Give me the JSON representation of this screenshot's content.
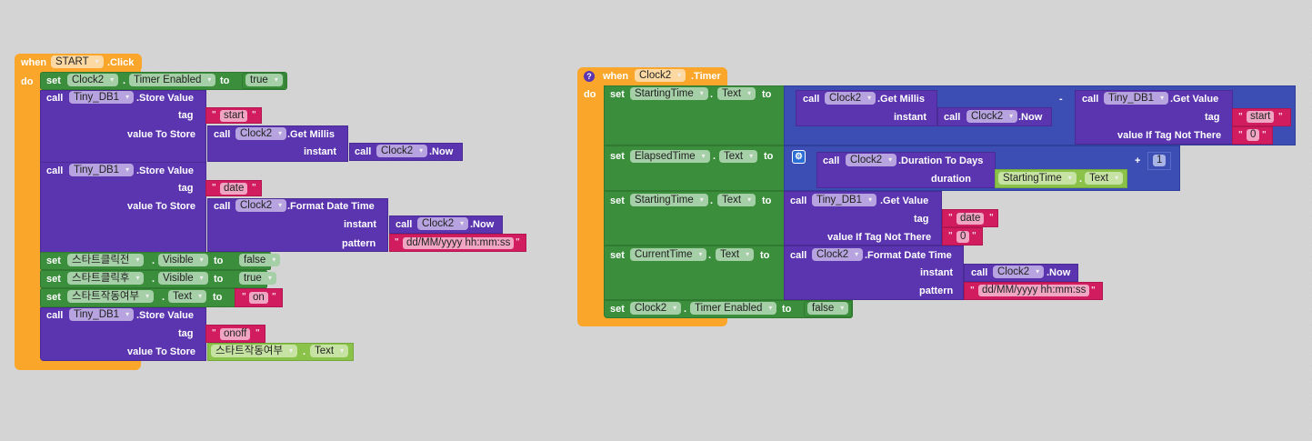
{
  "kw": {
    "when": "when",
    "do": "do",
    "set": "set",
    "call": "call",
    "to": "to",
    "dot": ".",
    "quote": "\"",
    "minus": "-",
    "plus": "+"
  },
  "event1": {
    "component": "START",
    "event": ".Click",
    "s1": {
      "comp": "Clock2",
      "prop": "Timer Enabled",
      "value": "true"
    },
    "s2": {
      "comp": "Tiny_DB1",
      "method": ".Store Value",
      "tag_label": "tag",
      "tag": "start",
      "value_label": "value To Store",
      "inner": {
        "comp": "Clock2",
        "method": ".Get Millis",
        "arg_label": "instant",
        "arg": {
          "comp": "Clock2",
          "method": ".Now"
        }
      }
    },
    "s3": {
      "comp": "Tiny_DB1",
      "method": ".Store Value",
      "tag_label": "tag",
      "tag": "date",
      "value_label": "value To Store",
      "inner": {
        "comp": "Clock2",
        "method": ".Format Date Time",
        "arg_label": "instant",
        "arg": {
          "comp": "Clock2",
          "method": ".Now"
        },
        "pattern_label": "pattern",
        "pattern": "dd/MM/yyyy hh:mm:ss"
      }
    },
    "s4": {
      "comp": "스타트클릭전",
      "prop": "Visible",
      "value": "false"
    },
    "s5": {
      "comp": "스타트클릭후",
      "prop": "Visible",
      "value": "true"
    },
    "s6": {
      "comp": "스타트작동여부",
      "prop": "Text",
      "value": "on"
    },
    "s7": {
      "comp": "Tiny_DB1",
      "method": ".Store Value",
      "tag_label": "tag",
      "tag": "onoff",
      "value_label": "value To Store",
      "value_comp": "스타트작동여부",
      "value_prop": "Text"
    }
  },
  "event2": {
    "help": "?",
    "component": "Clock2",
    "event": ".Timer",
    "s1": {
      "comp": "StartingTime",
      "prop": "Text",
      "left": {
        "comp": "Clock2",
        "method": ".Get Millis",
        "arg_label": "instant",
        "arg": {
          "comp": "Clock2",
          "method": ".Now"
        }
      },
      "right": {
        "comp": "Tiny_DB1",
        "method": ".Get Value",
        "tag_label": "tag",
        "tag": "start",
        "default_label": "value If Tag Not There",
        "default": "0"
      }
    },
    "s2": {
      "comp": "ElapsedTime",
      "prop": "Text",
      "gear": "⚙",
      "inner": {
        "comp": "Clock2",
        "method": ".Duration To Days",
        "arg_label": "duration",
        "arg_comp": "StartingTime",
        "arg_prop": "Text"
      },
      "addend": "1"
    },
    "s3": {
      "comp": "StartingTime",
      "prop": "Text",
      "inner": {
        "comp": "Tiny_DB1",
        "method": ".Get Value",
        "tag_label": "tag",
        "tag": "date",
        "default_label": "value If Tag Not There",
        "default": "0"
      }
    },
    "s4": {
      "comp": "CurrentTime",
      "prop": "Text",
      "inner": {
        "comp": "Clock2",
        "method": ".Format Date Time",
        "arg_label": "instant",
        "arg": {
          "comp": "Clock2",
          "method": ".Now"
        },
        "pattern_label": "pattern",
        "pattern": "dd/MM/yyyy hh:mm:ss"
      }
    },
    "s5": {
      "comp": "Clock2",
      "prop": "Timer Enabled",
      "value": "false"
    }
  }
}
